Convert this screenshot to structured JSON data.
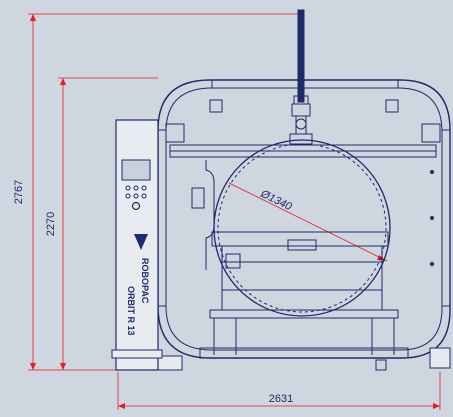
{
  "dimensions": {
    "overall_height": "2767",
    "frame_height": "2270",
    "ring_diameter": "Ø1340",
    "overall_width": "2631"
  },
  "machine": {
    "panel_model": "ORBIT R 13",
    "brand_mark": "ROBOPAC"
  },
  "colors": {
    "background": "#cfd6df",
    "dimension_line": "#e31b23",
    "drawing": "#1f2a6b"
  }
}
